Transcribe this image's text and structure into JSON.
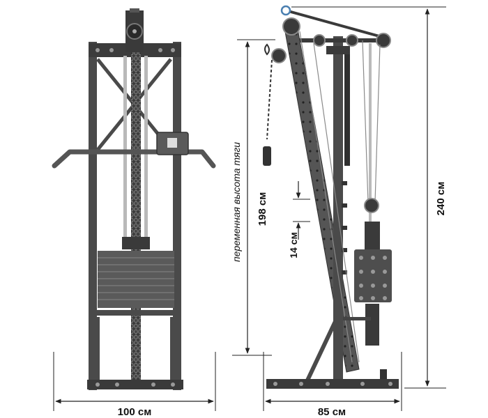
{
  "dimensions": {
    "front_width": "100 см",
    "side_depth": "85 см",
    "total_height": "240 см",
    "pull_height": "198 см",
    "step": "14 см",
    "pull_height_caption": "переменная высота тяги"
  },
  "colors": {
    "frame": "#4a4a4a",
    "frame_dark": "#2f2f2f",
    "frame_light": "#6e6e6e",
    "rod": "#b9b9b9",
    "cable": "#8a8a8a",
    "dimension_line": "#222222",
    "pulley_accent": "#4a7fb0",
    "background": "#ffffff"
  }
}
